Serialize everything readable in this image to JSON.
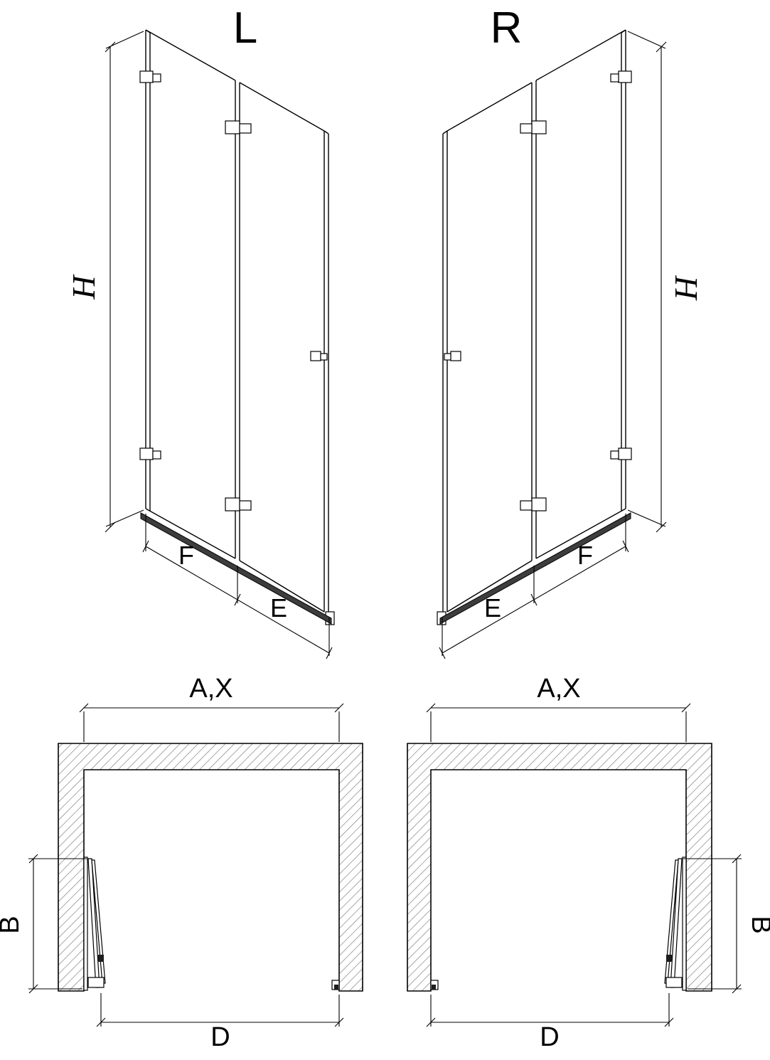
{
  "views": {
    "front_left": {
      "label": "L",
      "dims": {
        "height": "H",
        "front_panel": "F",
        "edge_panel": "E"
      }
    },
    "front_right": {
      "label": "R",
      "dims": {
        "height": "H",
        "front_panel": "F",
        "edge_panel": "E"
      }
    },
    "plan_left": {
      "dims": {
        "total_width": "A,X",
        "fold_depth": "B",
        "entry_width": "D"
      }
    },
    "plan_right": {
      "dims": {
        "total_width": "A,X",
        "fold_depth": "B",
        "entry_width": "D"
      }
    }
  },
  "colors": {
    "line": "#000000",
    "hatch": "#7a7a7a",
    "rail": "#3d3d3d",
    "background": "#ffffff"
  }
}
